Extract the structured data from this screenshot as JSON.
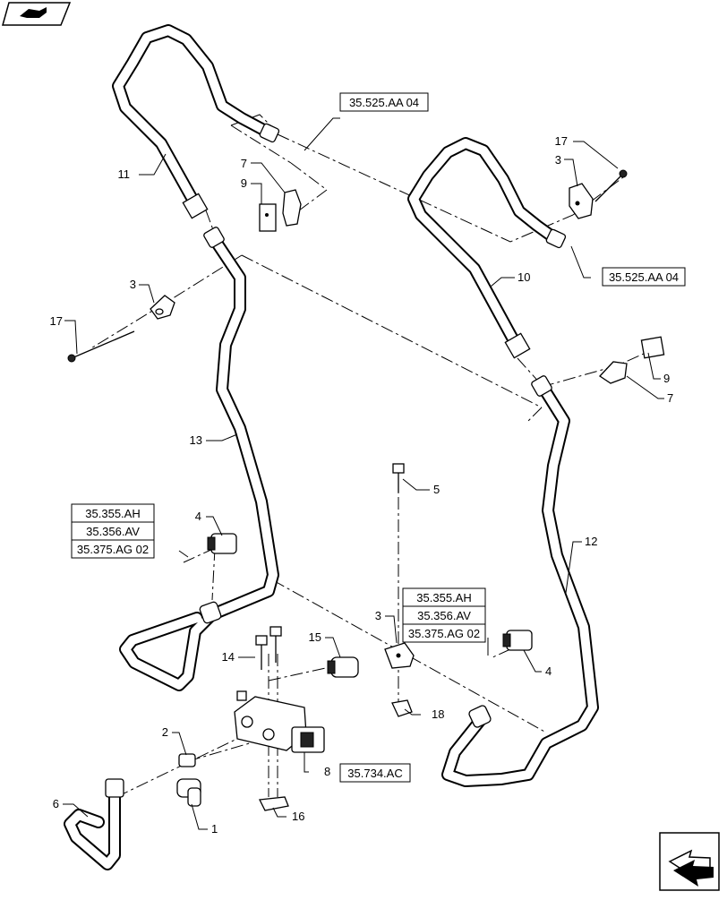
{
  "callouts": {
    "c1": "1",
    "c2": "2",
    "c3a": "3",
    "c3b": "3",
    "c3c": "3",
    "c4a": "4",
    "c4b": "4",
    "c5": "5",
    "c6": "6",
    "c7a": "7",
    "c7b": "7",
    "c8": "8",
    "c9a": "9",
    "c9b": "9",
    "c10": "10",
    "c11": "11",
    "c12": "12",
    "c13": "13",
    "c14": "14",
    "c15": "15",
    "c16": "16",
    "c17a": "17",
    "c17b": "17",
    "c18": "18"
  },
  "references": {
    "ref_top_left": "35.525.AA 04",
    "ref_right": "35.525.AA 04",
    "ref_left_group": [
      "35.355.AH",
      "35.356.AV",
      "35.375.AG 02"
    ],
    "ref_center_group": [
      "35.355.AH",
      "35.356.AV",
      "35.375.AG 02"
    ],
    "ref_valve": "35.734.AC"
  },
  "icons": {
    "top_left": "book-arrow-icon",
    "bottom_right": "next-page-arrow-icon"
  }
}
